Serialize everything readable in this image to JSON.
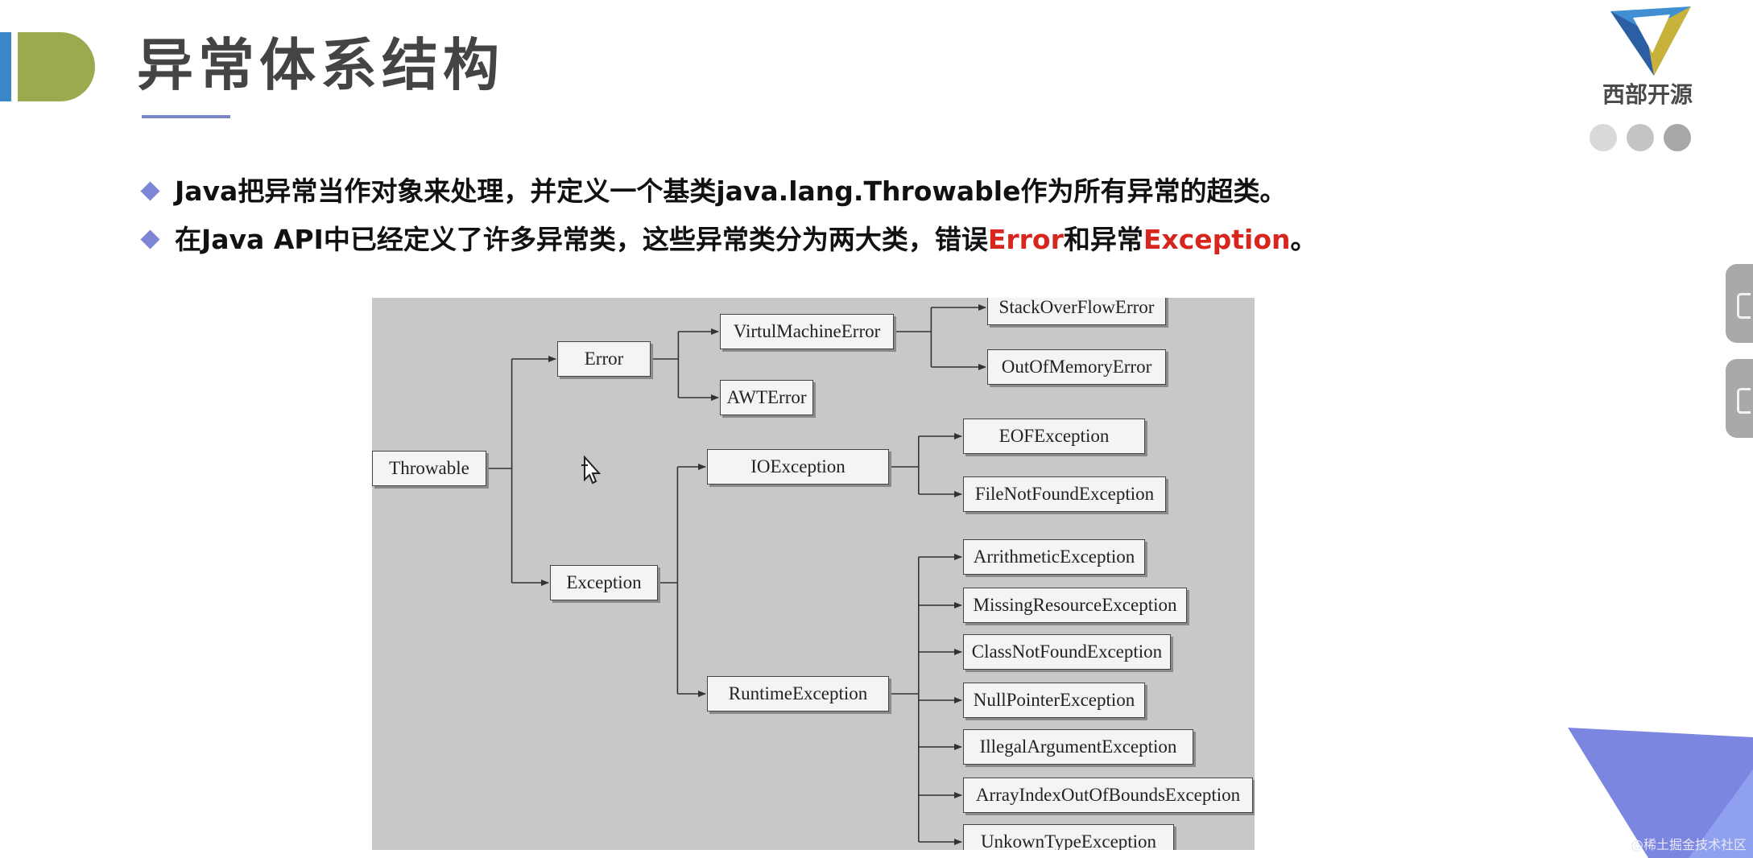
{
  "slide": {
    "title": "异常体系结构",
    "logo_text": "西部开源",
    "bullets": [
      {
        "text": "Java把异常当作对象来处理，并定义一个基类java.lang.Throwable作为所有异常的超类。"
      },
      {
        "text_before": "在Java API中已经定义了许多异常类，这些异常类分为两大类，错误",
        "highlight_1": "Error",
        "text_middle": "和异常",
        "highlight_2": "Exception",
        "text_after": "。"
      }
    ],
    "watermark": "@稀土掘金技术社区"
  },
  "colors": {
    "accent_blue": "#3a86c8",
    "accent_green": "#9aaa4f",
    "bullet_diamond": "#7d86d6",
    "highlight_red": "#d7261e",
    "diagram_background": "#c8c8c8"
  },
  "icons": {
    "logo": "xibu-open-source-logo",
    "bullet": "diamond-icon",
    "cursor": "move-cursor-icon"
  },
  "diagram": {
    "nodes": {
      "throwable": "Throwable",
      "error": "Error",
      "exception": "Exception",
      "virtual_machine_error": "VirtulMachineError",
      "awt_error": "AWTError",
      "stack_overflow_error": "StackOverFlowError",
      "out_of_memory_error": "OutOfMemoryError",
      "io_exception": "IOException",
      "runtime_exception": "RuntimeException",
      "eof_exception": "EOFException",
      "file_not_found_exception": "FileNotFoundException",
      "arithmetic_exception": "ArrithmeticException",
      "missing_resource_exception": "MissingResourceException",
      "class_not_found_exception": "ClassNotFoundException",
      "null_pointer_exception": "NullPointerException",
      "illegal_argument_exception": "IllegalArgumentException",
      "array_index_out_of_bounds_exception": "ArrayIndexOutOfBoundsException",
      "unkown_type_exception": "UnkownTypeException"
    },
    "edges": [
      [
        "throwable",
        "error"
      ],
      [
        "throwable",
        "exception"
      ],
      [
        "error",
        "virtual_machine_error"
      ],
      [
        "error",
        "awt_error"
      ],
      [
        "virtual_machine_error",
        "stack_overflow_error"
      ],
      [
        "virtual_machine_error",
        "out_of_memory_error"
      ],
      [
        "exception",
        "io_exception"
      ],
      [
        "exception",
        "runtime_exception"
      ],
      [
        "io_exception",
        "eof_exception"
      ],
      [
        "io_exception",
        "file_not_found_exception"
      ],
      [
        "runtime_exception",
        "arithmetic_exception"
      ],
      [
        "runtime_exception",
        "missing_resource_exception"
      ],
      [
        "runtime_exception",
        "class_not_found_exception"
      ],
      [
        "runtime_exception",
        "null_pointer_exception"
      ],
      [
        "runtime_exception",
        "illegal_argument_exception"
      ],
      [
        "runtime_exception",
        "array_index_out_of_bounds_exception"
      ],
      [
        "runtime_exception",
        "unkown_type_exception"
      ]
    ]
  }
}
